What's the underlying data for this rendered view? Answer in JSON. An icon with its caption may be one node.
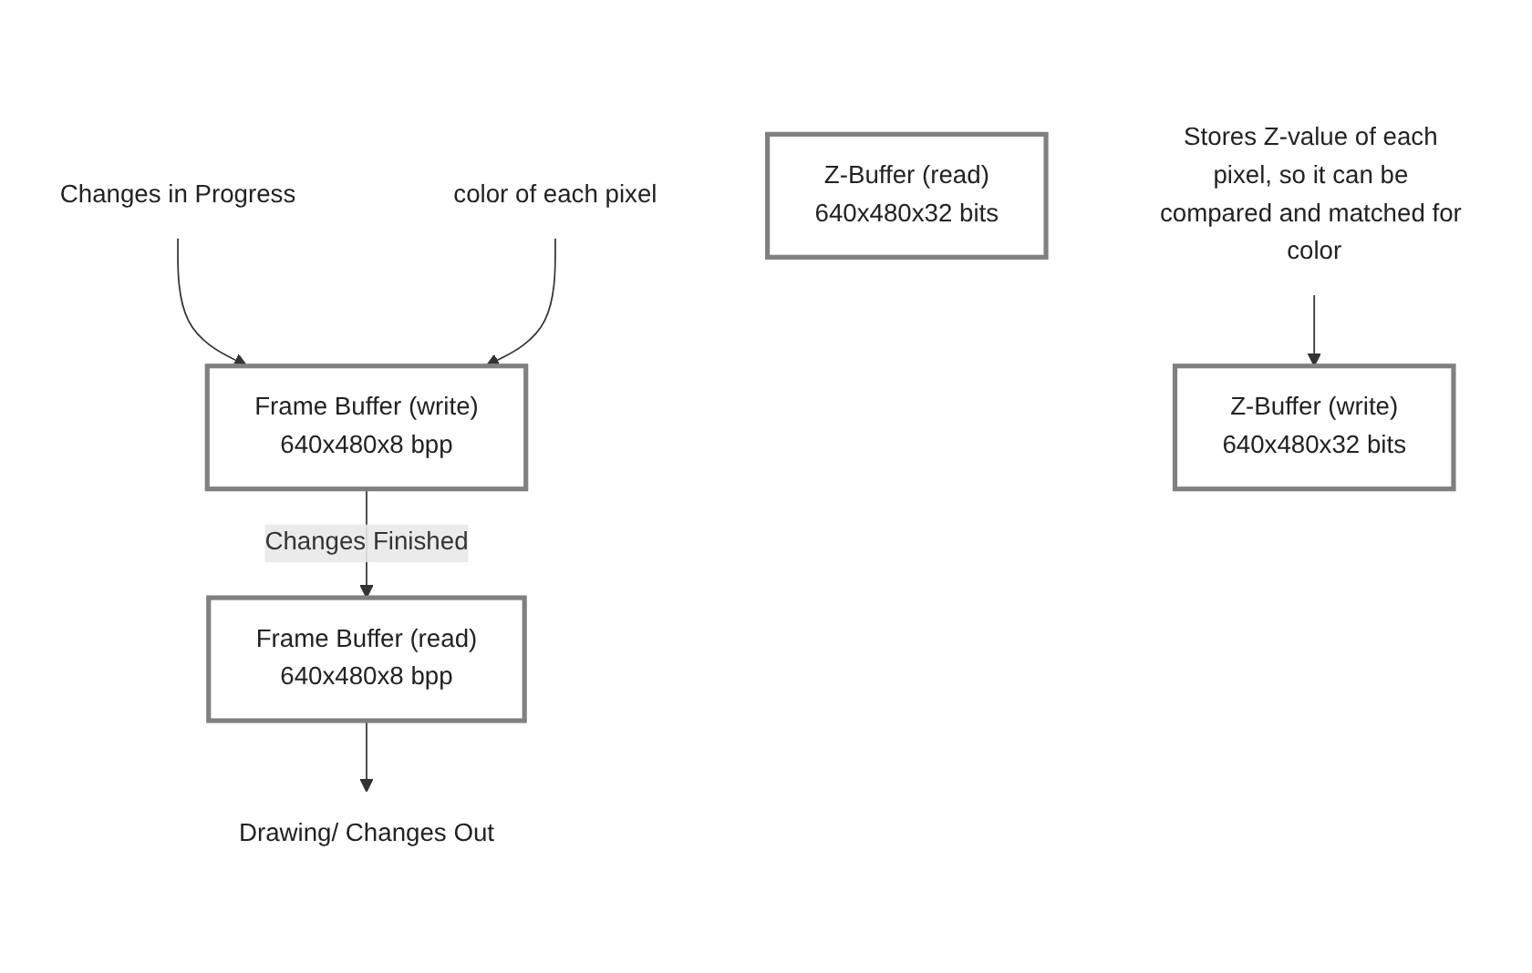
{
  "diagram": {
    "nodes": [
      {
        "text": [
          "Drawing/ Changes Out"
        ]
      },
      {
        "text": [
          "Changes in Progress"
        ]
      },
      {
        "text": [
          "Frame Buffer (read)",
          "640x480x8 bpp"
        ]
      },
      {
        "text": [
          "Frame Buffer (write)",
          "640x480x8 bpp"
        ]
      },
      {
        "text": [
          "color of each pixel"
        ]
      },
      {
        "text": [
          "Z-Buffer (read)",
          "640x480x32 bits"
        ]
      },
      {
        "text": [
          "Z-Buffer (write)",
          "640x480x32 bits"
        ]
      },
      {
        "text": [
          "Stores Z-value of each pixel, so it can be compared and matched for color"
        ]
      }
    ],
    "edges": [
      {
        "from": 2,
        "to": 0,
        "arrow": "to"
      },
      {
        "from": 1,
        "to": 3,
        "arrow": "to"
      },
      {
        "from": 3,
        "to": 2,
        "arrow": "to",
        "label": "Changes Finished"
      },
      {
        "from": 4,
        "to": 3,
        "arrow": "to"
      },
      {
        "from": 7,
        "to": 6,
        "arrow": "to"
      }
    ]
  }
}
